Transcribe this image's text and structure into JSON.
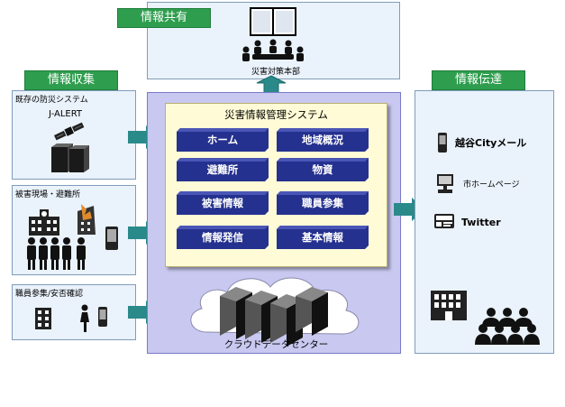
{
  "labels": {
    "share": "情報共有",
    "collect": "情報収集",
    "transmit": "情報伝達"
  },
  "share_panel": {
    "hq": "災害対策本部"
  },
  "left": {
    "box1_title": "既存の防災システム",
    "box1_item": "J-ALERT",
    "box2_title": "被害現場・避難所",
    "box3_title": "職員参集/安否確認"
  },
  "system": {
    "title": "災害情報管理システム",
    "buttons": [
      "ホーム",
      "地域概況",
      "避難所",
      "物資",
      "被害情報",
      "職員参集",
      "情報発信",
      "基本情報"
    ],
    "cloud": "クラウドデータセンター"
  },
  "right": {
    "mail": "越谷Cityメール",
    "homepage": "市ホームページ",
    "twitter": "Twitter"
  },
  "colors": {
    "green": "#2e9e4e",
    "panel": "#eaf2fb",
    "center": "#c8c8f0",
    "yellow": "#fffbd6",
    "navy": "#25318f",
    "arrow": "#2a8a8a"
  }
}
